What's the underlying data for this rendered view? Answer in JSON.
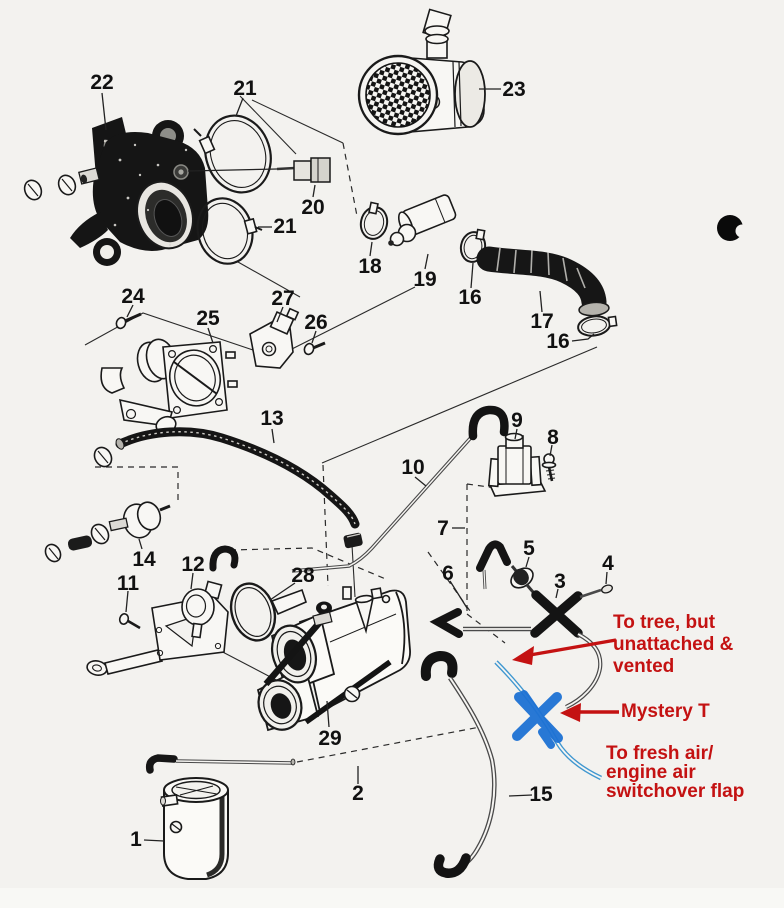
{
  "figure": {
    "description": "Exploded parts diagram of an engine air intake, air flow meter and vacuum hose system with numbered callouts",
    "background": "#f3f2ef",
    "ink": "#1a1a1a"
  },
  "part_labels": [
    "22",
    "21",
    "23",
    "20",
    "21",
    "18",
    "19",
    "16",
    "17",
    "16",
    "24",
    "25",
    "27",
    "26",
    "13",
    "10",
    "9",
    "8",
    "7",
    "14",
    "12",
    "11",
    "28",
    "5",
    "6",
    "3",
    "4",
    "29",
    "2",
    "15",
    "1"
  ],
  "annotations": {
    "text_color": "#c41212",
    "highlight_color": "#1e72d4",
    "trace_color": "#3f97d0",
    "notes": [
      {
        "lines": [
          "To tree, but",
          "unattached &",
          "vented"
        ]
      },
      {
        "lines": [
          "Mystery T"
        ]
      },
      {
        "lines": [
          "To fresh air/",
          "engine air",
          "switchover flap"
        ]
      }
    ]
  },
  "print_mark": {
    "name": "page-registration-dot"
  }
}
